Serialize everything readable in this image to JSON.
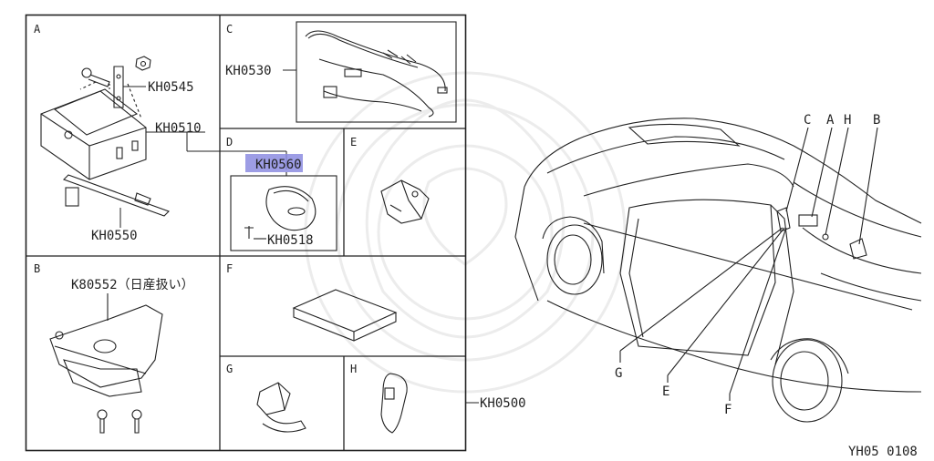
{
  "diagram": {
    "sections": {
      "a": "A",
      "b": "B",
      "c": "C",
      "d": "D",
      "e": "E",
      "f": "F",
      "g": "G",
      "h": "H"
    },
    "parts": {
      "kh0545": "KH0545",
      "kh0510": "KH0510",
      "kh0550": "KH0550",
      "kh0530": "KH0530",
      "kh0560": "KH0560",
      "kh0518": "KH0518",
      "k80552": "K80552（日産扱い）",
      "kh0500": "KH0500"
    },
    "car_callouts": {
      "top": [
        "C",
        "A",
        "H",
        "B"
      ],
      "bottom": [
        "G",
        "E",
        "F"
      ]
    },
    "figure_code": "YH05 0108",
    "highlight_color": "#8c8ce0"
  }
}
